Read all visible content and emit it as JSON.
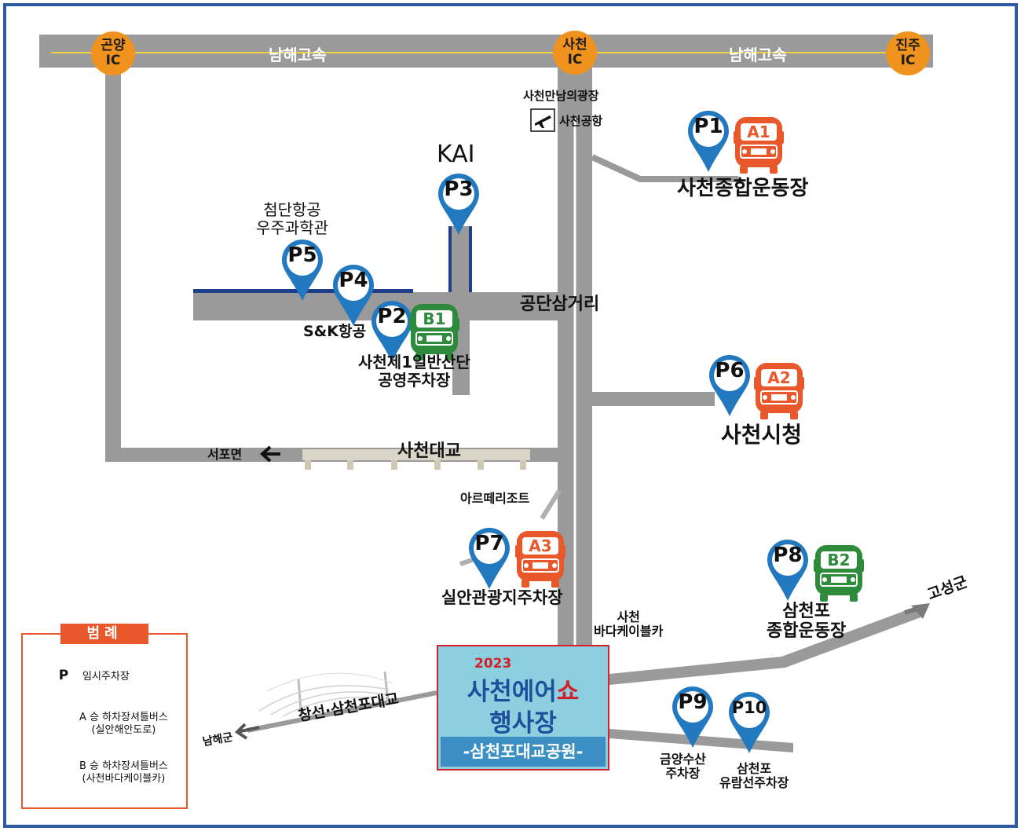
{
  "highway": {
    "name_left": "남해고속",
    "name_right": "남해고속"
  },
  "ic": {
    "gonyang": "곤양\nIC",
    "sacheon": "사천\nIC",
    "jinju": "진주\nIC"
  },
  "places": {
    "airport_square": "사천만남의광장",
    "airport": "사천공항",
    "kai": "KAI",
    "aerospace_museum": "첨단항공\n우주과학관",
    "sk_aero": "S&K항공",
    "industrial_parking": "사천제1일반산단\n공영주차장",
    "gongdan_junction": "공단삼거리",
    "sports_complex": "사천종합운동장",
    "city_hall": "사천시청",
    "seopo": "서포면",
    "sacheon_bridge": "사천대교",
    "ardeteri": "아르떼리조트",
    "silan_parking": "실안관광지주차장",
    "cable_car": "사천\n바다케이블카",
    "samcheonpo_sports": "삼천포\n종합운동장",
    "goseong": "고성군",
    "namhae": "남해군",
    "changseon_bridge": "창선·삼천포대교",
    "geumyang_parking": "금양수산\n주차장",
    "ferry_parking": "삼천포\n유람선주차장"
  },
  "pins": [
    "P1",
    "P2",
    "P3",
    "P4",
    "P5",
    "P6",
    "P7",
    "P8",
    "P9",
    "P10"
  ],
  "buses": {
    "a1": "A1",
    "a2": "A2",
    "a3": "A3",
    "b1": "B1",
    "b2": "B2"
  },
  "venue": {
    "year": "2023",
    "title_a": "사천",
    "title_b": "에어",
    "title_c": "쇼",
    "subtitle": "행사장",
    "band": "-삼천포대교공원-"
  },
  "legend": {
    "title": "범례",
    "pin_letter": "P",
    "pin_label": "임시주차장",
    "bus_a_label": "A 승 하차장셔틀버스\n(실안해안도로)",
    "bus_b_label": "B 승 하차장셔틀버스\n(사천바다케이블카)"
  },
  "colors": {
    "road": "#9a9a9a",
    "border": "#2d5aa0",
    "pin": "#2279bf",
    "bus_a": "#e8582a",
    "bus_b": "#2e8b3c",
    "ic": "#f0931e",
    "venue_bg": "#8ccfde",
    "venue_band": "#3c8fc2"
  }
}
